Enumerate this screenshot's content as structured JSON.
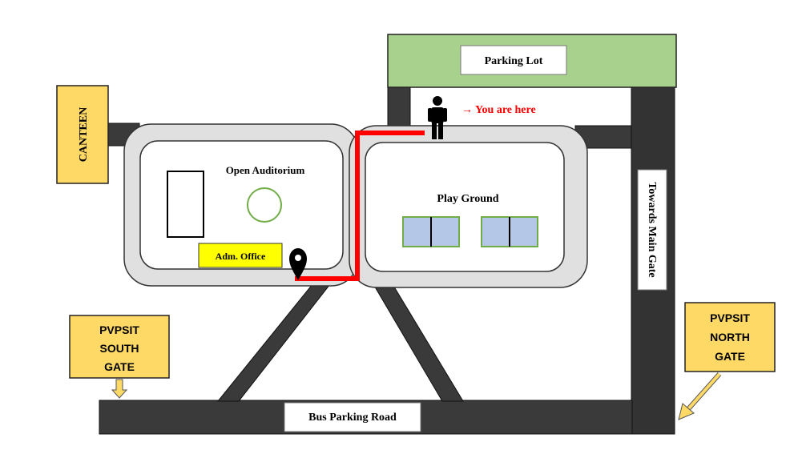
{
  "map": {
    "parking_lot": "Parking Lot",
    "you_are_here": "→ You are here",
    "canteen": "CANTEEN",
    "open_auditorium": "Open Auditorium",
    "adm_office": "Adm. Office",
    "play_ground": "Play Ground",
    "towards_main_gate": "Towards Main Gate",
    "south_gate": [
      "PVPSIT",
      "SOUTH",
      "GATE"
    ],
    "north_gate": [
      "PVPSIT",
      "NORTH",
      "GATE"
    ],
    "bus_parking_road": "Bus Parking Road"
  },
  "colors": {
    "road": "#3a3a3a",
    "parking_lot": "#a9d18e",
    "gate_box": "#ffd966",
    "adm_office": "#ffff00",
    "route": "#ff0000",
    "you_are_here_text": "#ff0000",
    "field_fill": "#b4c7e7",
    "field_border": "#70ad47",
    "fountain_border": "#70ad47",
    "building_outer": "#e0e0e0"
  },
  "icons": {
    "current_location": "person-icon",
    "destination": "map-pin-icon",
    "south_gate_pointer": "arrow-down-icon",
    "north_gate_pointer": "arrow-down-left-icon"
  }
}
